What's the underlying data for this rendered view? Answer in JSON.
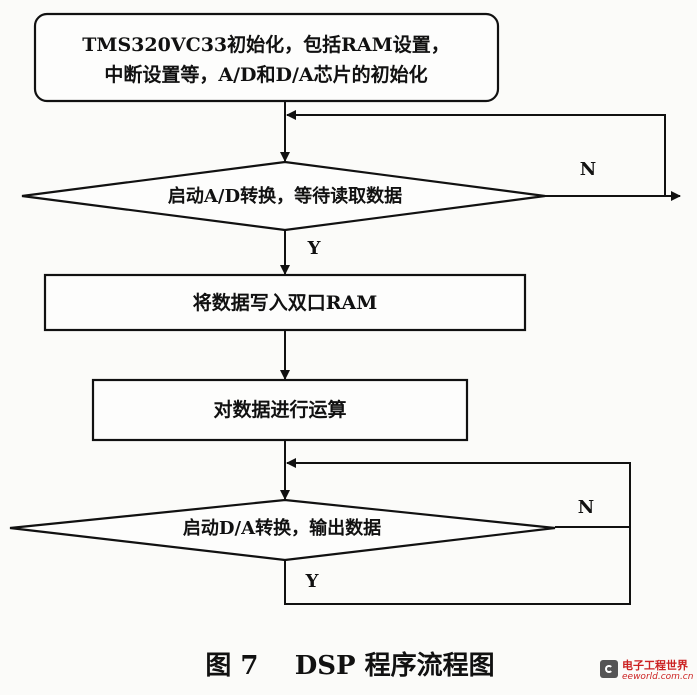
{
  "flowchart": {
    "init_box": [
      "TMS320VC33初始化，包括RAM设置，",
      "中断设置等，A/D和D/A芯片的初始化"
    ],
    "decision_ad": "启动A/D转换，等待读取数据",
    "decision_ad_no": "N",
    "decision_ad_yes": "Y",
    "write_box": "将数据写入双口RAM",
    "compute_box": "对数据进行运算",
    "decision_da": "启动D/A转换，输出数据",
    "decision_da_no": "N",
    "decision_da_yes": "Y"
  },
  "caption": "图 7    DSP 程序流程图",
  "watermark": {
    "cn": "电子工程世界",
    "en": "eeworld.com.cn"
  }
}
